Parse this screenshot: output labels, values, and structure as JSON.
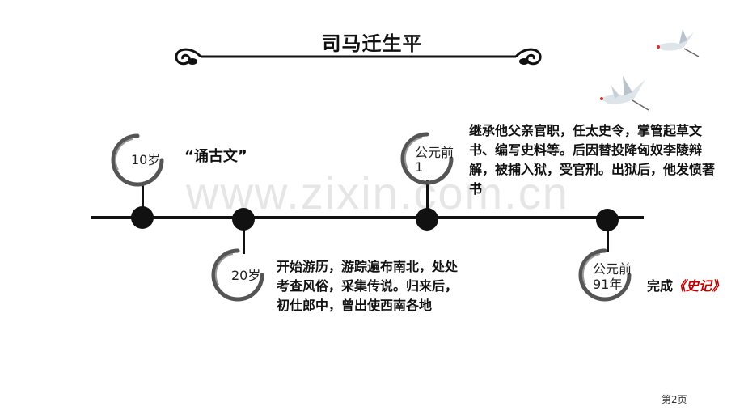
{
  "title": "司马迁生平",
  "watermark": "www.zixin.com.cn",
  "events": {
    "e1": {
      "badge": "10岁",
      "desc": "“诵古文”"
    },
    "e2": {
      "badge": "20岁",
      "desc": "开始游历，游踪遍布南北，处处考查风俗，采集传说。归来后，初仕郎中，曾出使西南各地"
    },
    "e3": {
      "badge_line1": "公元前",
      "badge_line2": "1",
      "desc": "继承他父亲官职，任太史令，掌管起草文书、编写史料等。后因替投降匈奴李陵辩解，被捕入狱，受官刑。出狱后，他发愤著书"
    },
    "e4": {
      "badge_line1": "公元前",
      "badge_line2": "91年",
      "desc_prefix": "完成",
      "desc_book": "《史记》"
    }
  },
  "page_number": "第2页",
  "colors": {
    "accent_red": "#c00000",
    "line": "#111111"
  }
}
